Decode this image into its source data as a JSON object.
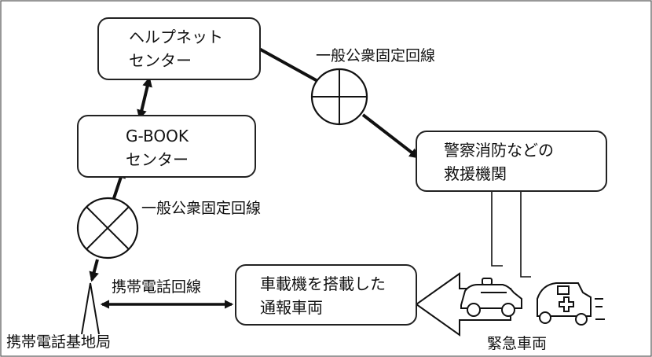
{
  "nodes": {
    "helpnet": {
      "line1": "ヘルプネット",
      "line2": "センター"
    },
    "gbook": {
      "line1": "G-BOOK",
      "line2": "センター"
    },
    "rescue": {
      "line1": "警察消防などの",
      "line2": "救援機関"
    },
    "vehicle": {
      "line1": "車載機を搭載した",
      "line2": "通報車両"
    }
  },
  "labels": {
    "landline_top": "一般公衆固定回線",
    "landline_left": "一般公衆固定回線",
    "mobile_line": "携帯電話回線",
    "base_station": "携帯電話基地局",
    "emergency_vehicles": "緊急車両"
  }
}
